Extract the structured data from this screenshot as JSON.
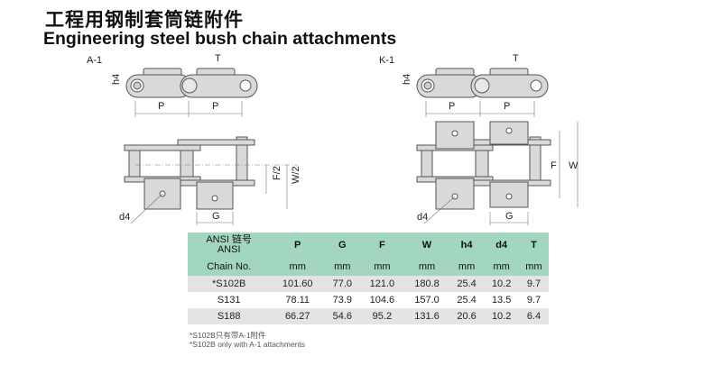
{
  "title_cn": "工程用钢制套筒链附件",
  "title_en": "Engineering steel bush chain attachments",
  "diagrams": {
    "a1": {
      "label": "A-1",
      "h4": "h4",
      "T": "T",
      "P": "P",
      "F2": "F/2",
      "W2": "W/2",
      "d4": "d4",
      "G": "G"
    },
    "k1": {
      "label": "K-1",
      "h4": "h4",
      "T": "T",
      "P": "P",
      "F": "F",
      "W": "W",
      "d4": "d4",
      "G": "G"
    }
  },
  "table": {
    "header_chain": [
      "ANSI 链号",
      "ANSI",
      "Chain No."
    ],
    "columns": [
      "P",
      "G",
      "F",
      "W",
      "h4",
      "d4",
      "T"
    ],
    "units": [
      "mm",
      "mm",
      "mm",
      "mm",
      "mm",
      "mm",
      "mm"
    ],
    "rows": [
      [
        "*S102B",
        "101.60",
        "77.0",
        "121.0",
        "180.8",
        "25.4",
        "10.2",
        "9.7"
      ],
      [
        "S131",
        "78.11",
        "73.9",
        "104.6",
        "157.0",
        "25.4",
        "13.5",
        "9.7"
      ],
      [
        "S188",
        "66.27",
        "54.6",
        "95.2",
        "131.6",
        "20.6",
        "10.2",
        "6.4"
      ]
    ]
  },
  "footnotes": [
    "*S102B只有带A-1附件",
    "*S102B only with A-1 attachments"
  ]
}
